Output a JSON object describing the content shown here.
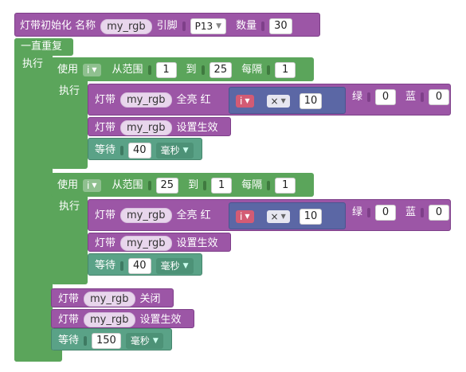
{
  "init": {
    "label": "灯带初始化 名称",
    "name": "my_rgb",
    "pin_label": "引脚",
    "pin": "P13",
    "count_label": "数量",
    "count": "30"
  },
  "forever": {
    "label": "一直重复",
    "do_label": "执行"
  },
  "loop1": {
    "use": "使用",
    "var": "i",
    "from": "从范围",
    "start": "1",
    "to": "到",
    "end": "25",
    "step_label": "每隔",
    "step": "1",
    "do": "执行"
  },
  "loop1_body": {
    "fill": {
      "strip": "灯带",
      "name": "my_rgb",
      "all": "全亮 红",
      "var": "i",
      "op": "×",
      "mul": "10",
      "g_label": "绿",
      "g": "0",
      "b_label": "蓝",
      "b": "0"
    },
    "show": {
      "strip": "灯带",
      "name": "my_rgb",
      "label": "设置生效"
    },
    "wait": {
      "label": "等待",
      "value": "40",
      "unit": "毫秒"
    }
  },
  "loop2": {
    "use": "使用",
    "var": "i",
    "from": "从范围",
    "start": "25",
    "to": "到",
    "end": "1",
    "step_label": "每隔",
    "step": "1",
    "do": "执行"
  },
  "loop2_body": {
    "fill": {
      "strip": "灯带",
      "name": "my_rgb",
      "all": "全亮 红",
      "var": "i",
      "op": "×",
      "mul": "10",
      "g_label": "绿",
      "g": "0",
      "b_label": "蓝",
      "b": "0"
    },
    "show": {
      "strip": "灯带",
      "name": "my_rgb",
      "label": "设置生效"
    },
    "wait": {
      "label": "等待",
      "value": "40",
      "unit": "毫秒"
    }
  },
  "off": {
    "strip": "灯带",
    "name": "my_rgb",
    "label": "关闭"
  },
  "show_final": {
    "strip": "灯带",
    "name": "my_rgb",
    "label": "设置生效"
  },
  "wait_final": {
    "label": "等待",
    "value": "150",
    "unit": "毫秒"
  }
}
